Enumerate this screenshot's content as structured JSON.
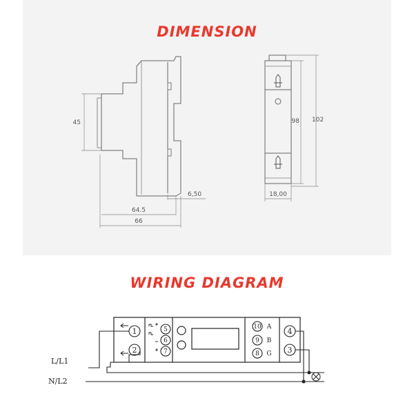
{
  "dimension": {
    "title": "DIMENSION",
    "side_height": "45",
    "offset": "6,50",
    "depth_inner": "64.5",
    "depth_outer": "66",
    "front_height_inner": "98",
    "front_height_outer": "102",
    "front_width": "18,00"
  },
  "wiring": {
    "title": "WIRING DIAGRAM",
    "line_labels": [
      "L/L1",
      "N/L2"
    ],
    "terminals": {
      "t1": "1",
      "t2": "2",
      "t3": "3",
      "t4": "4",
      "t5": "5",
      "t6": "6",
      "t7": "7",
      "t8": "8",
      "t9": "9",
      "t10": "10"
    },
    "comm_letters": {
      "a": "A",
      "b": "B",
      "g": "G"
    }
  }
}
